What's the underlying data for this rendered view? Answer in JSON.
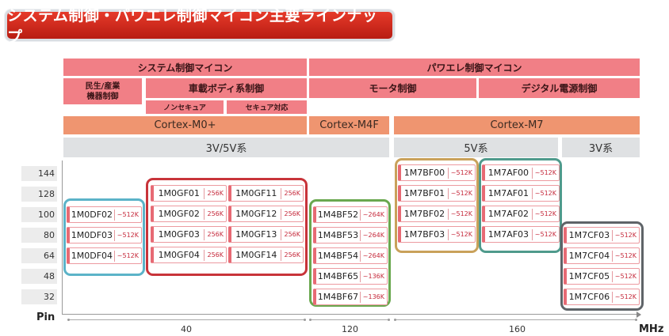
{
  "title": "システム制御・パワエレ制御マイコン主要ラインナップ",
  "categories": {
    "system": "システム制御マイコン",
    "power": "パワエレ制御マイコン",
    "consumer": "民生/産業\n機器制御",
    "automotive": "車載ボディ系制御",
    "non_secure": "ノンセキュア",
    "secure": "セキュア対応",
    "motor": "モータ制御",
    "digital_power": "デジタル電源制御"
  },
  "cores": {
    "m0": "Cortex-M0+",
    "m4f": "Cortex-M4F",
    "m7": "Cortex-M7"
  },
  "voltages": {
    "v35": "3V/5V系",
    "v5": "5V系",
    "v3": "3V系"
  },
  "pins": [
    "144",
    "128",
    "100",
    "80",
    "64",
    "48",
    "32"
  ],
  "axis": {
    "y_label": "Pin",
    "x_label": "MHz",
    "freqs": [
      "40",
      "120",
      "160"
    ]
  },
  "groups": {
    "m0df": {
      "color": "#5bb3c8",
      "chips": [
        {
          "name": "1M0DF02",
          "mem": "~512K"
        },
        {
          "name": "1M0DF03",
          "mem": "~512K"
        },
        {
          "name": "1M0DF04",
          "mem": "~512K"
        }
      ]
    },
    "m0gf": {
      "color": "#c8343a",
      "chips": [
        {
          "name": "1M0GF01",
          "mem": "256K"
        },
        {
          "name": "1M0GF02",
          "mem": "256K"
        },
        {
          "name": "1M0GF03",
          "mem": "256K"
        },
        {
          "name": "1M0GF04",
          "mem": "256K"
        },
        {
          "name": "1M0GF11",
          "mem": "256K"
        },
        {
          "name": "1M0GF12",
          "mem": "256K"
        },
        {
          "name": "1M0GF13",
          "mem": "256K"
        },
        {
          "name": "1M0GF14",
          "mem": "256K"
        }
      ]
    },
    "m4bf": {
      "color": "#6aa84f",
      "chips": [
        {
          "name": "1M4BF52",
          "mem": "~264K"
        },
        {
          "name": "1M4BF53",
          "mem": "~264K"
        },
        {
          "name": "1M4BF54",
          "mem": "~264K"
        },
        {
          "name": "1M4BF65",
          "mem": "~136K"
        },
        {
          "name": "1M4BF67",
          "mem": "~136K"
        }
      ]
    },
    "m7bf": {
      "color": "#c9a15a",
      "chips": [
        {
          "name": "1M7BF00",
          "mem": "~512K"
        },
        {
          "name": "1M7BF01",
          "mem": "~512K"
        },
        {
          "name": "1M7BF02",
          "mem": "~512K"
        },
        {
          "name": "1M7BF03",
          "mem": "~512K"
        }
      ]
    },
    "m7af": {
      "color": "#4f9a8c",
      "chips": [
        {
          "name": "1M7AF00",
          "mem": "~512K"
        },
        {
          "name": "1M7AF01",
          "mem": "~512K"
        },
        {
          "name": "1M7AF02",
          "mem": "~512K"
        },
        {
          "name": "1M7AF03",
          "mem": "~512K"
        }
      ]
    },
    "m7cf": {
      "color": "#5f6468",
      "chips": [
        {
          "name": "1M7CF03",
          "mem": "~512K"
        },
        {
          "name": "1M7CF04",
          "mem": "~512K"
        },
        {
          "name": "1M7CF05",
          "mem": "~512K"
        },
        {
          "name": "1M7CF06",
          "mem": "~512K"
        }
      ]
    }
  }
}
